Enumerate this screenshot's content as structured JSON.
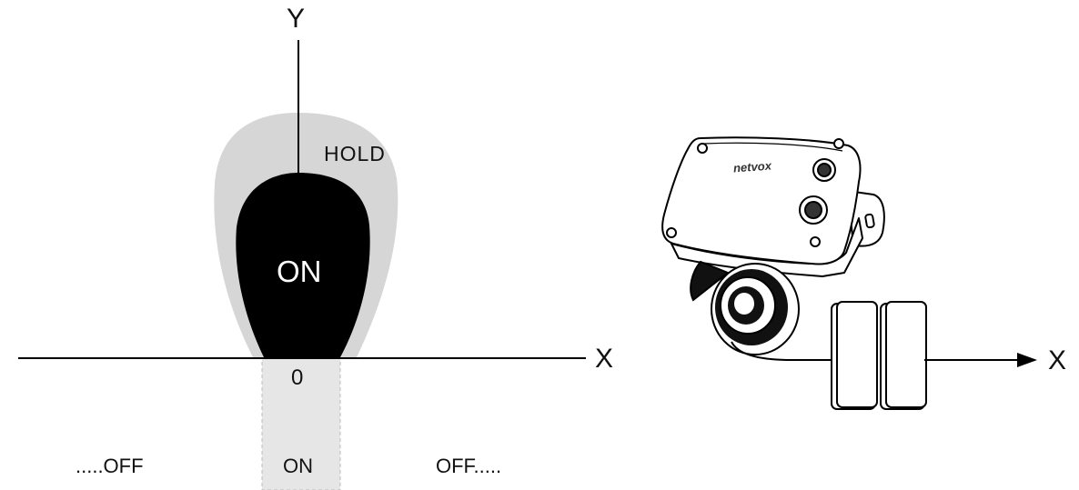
{
  "left_diagram": {
    "y_axis_label": "Y",
    "x_axis_label": "X",
    "hold_label": "HOLD",
    "on_zone_label": "ON",
    "origin_label": "0",
    "bottom_left_label": ".....OFF",
    "bottom_center_label": "ON",
    "bottom_right_label": "OFF....."
  },
  "right_diagram": {
    "brand_label": "netvox",
    "axis_label": "X"
  },
  "colors": {
    "hold_zone": "#d6d6d6",
    "on_zone": "#000000",
    "center_band": "#e6e6e6",
    "line": "#000000"
  }
}
